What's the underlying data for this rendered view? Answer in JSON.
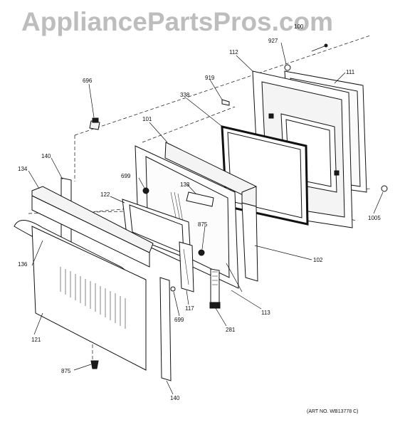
{
  "watermark": "AppliancePartsPros.com",
  "art_number": "(ART NO. WB13778 C)",
  "callouts": {
    "p100": "100",
    "p927": "927",
    "p112": "112",
    "p111": "111",
    "p919": "919",
    "p696": "696",
    "p338": "338",
    "p101": "101",
    "p140a": "140",
    "p134": "134",
    "p699a": "699",
    "p133": "133",
    "p122": "122",
    "p875a": "875",
    "p1005": "1005",
    "p102": "102",
    "p136": "136",
    "p117": "117",
    "p699b": "699",
    "p113": "113",
    "p281": "281",
    "p121": "121",
    "p875b": "875",
    "p140b": "140"
  }
}
